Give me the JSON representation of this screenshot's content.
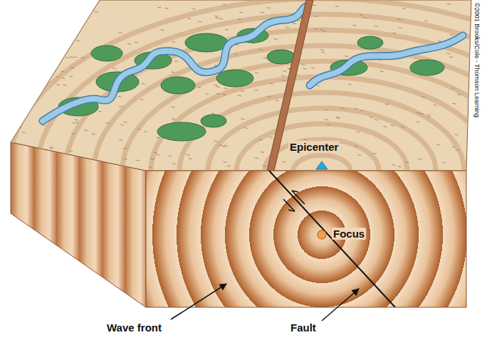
{
  "diagram": {
    "labels": [
      "Epicenter",
      "Focus",
      "Wave front",
      "Fault",
      "©2001 Brooks/Cole - Thomson Learning"
    ]
  }
}
